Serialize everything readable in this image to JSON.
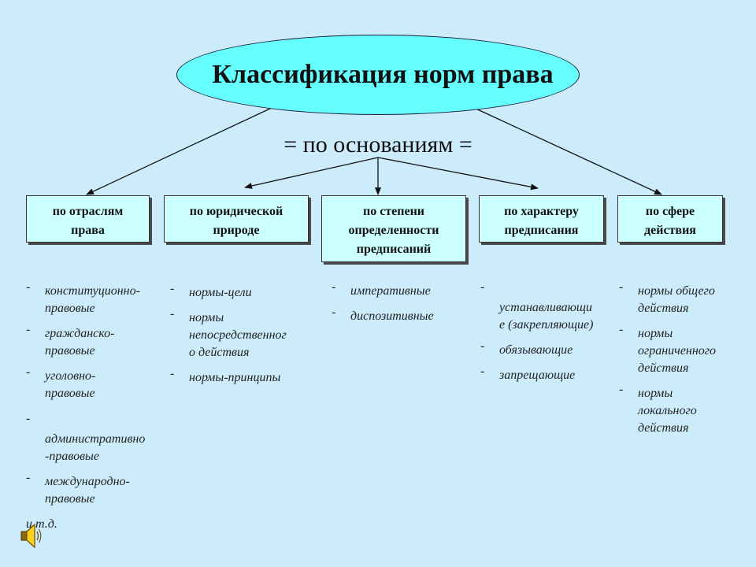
{
  "title": "Классификация норм права",
  "subtitle": "= по основаниям =",
  "categories": [
    {
      "label": [
        "по отраслям",
        "права"
      ],
      "items": [
        {
          "marker": "-",
          "lines": [
            "конституционно-",
            "правовые"
          ]
        },
        {
          "marker": "-",
          "lines": [
            "гражданско-",
            "правовые"
          ]
        },
        {
          "marker": "-",
          "lines": [
            "уголовно-",
            "правовые"
          ]
        },
        {
          "marker": "-",
          "lines": [
            "административно",
            "-правовые"
          ]
        },
        {
          "marker": "-",
          "lines": [
            "международно-",
            "правовые"
          ]
        },
        {
          "lines": [
            "и т.д."
          ]
        }
      ]
    },
    {
      "label": [
        "по юридической",
        "природе"
      ],
      "items": [
        {
          "marker": "-",
          "lines": [
            "нормы-цели"
          ]
        },
        {
          "marker": "-",
          "lines": [
            "нормы",
            "непосредственног",
            "о действия"
          ]
        },
        {
          "marker": "-",
          "lines": [
            "нормы-принципы"
          ]
        }
      ]
    },
    {
      "label": [
        "по степени",
        "определенности",
        "предписаний"
      ],
      "items": [
        {
          "marker": "-",
          "lines": [
            "императивные"
          ]
        },
        {
          "marker": "-",
          "lines": [
            "диспозитивные"
          ]
        }
      ]
    },
    {
      "label": [
        "по характеру",
        "предписания"
      ],
      "items": [
        {
          "marker": "-",
          "lines": [
            "устанавливающи",
            "е (закрепляющие)"
          ]
        },
        {
          "marker": "-",
          "lines": [
            "обязывающие"
          ]
        },
        {
          "marker": "-",
          "lines": [
            "запрещающие"
          ]
        }
      ]
    },
    {
      "label": [
        "по сфере",
        "действия"
      ],
      "items": [
        {
          "marker": "-",
          "lines": [
            "нормы общего",
            "действия"
          ]
        },
        {
          "marker": "-",
          "lines": [
            "нормы",
            "ограниченного",
            "действия"
          ]
        },
        {
          "marker": "-",
          "lines": [
            "нормы",
            "локального",
            "действия"
          ]
        }
      ]
    }
  ],
  "colors": {
    "background": "#ccecfb",
    "ellipse_fill": "#66ffff",
    "box_fill": "#ccffff",
    "speaker": "#ffd21f"
  },
  "icons": {
    "speaker": "speaker-icon",
    "arrow": "arrow-icon"
  }
}
